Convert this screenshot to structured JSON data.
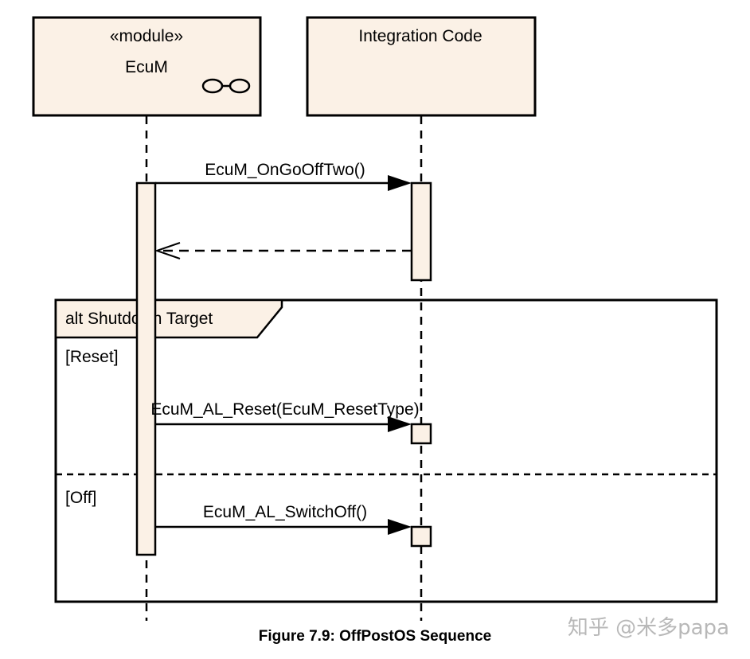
{
  "lifelines": {
    "ecum": {
      "stereotype": "«module»",
      "name": "EcuM"
    },
    "integration": {
      "name": "Integration Code"
    }
  },
  "messages": {
    "m1": "EcuM_OnGoOffTwo()",
    "m2": "EcuM_AL_Reset(EcuM_ResetType)",
    "m3": "EcuM_AL_SwitchOff()"
  },
  "fragment": {
    "label": "alt Shutdown Target",
    "guards": [
      "[Reset]",
      "[Off]"
    ]
  },
  "caption": "Figure 7.9: OffPostOS Sequence",
  "watermark": "知乎 @米多papa",
  "colors": {
    "box_fill": "#fbf1e6",
    "line": "#000000",
    "watermark": "#b8b8b8"
  }
}
